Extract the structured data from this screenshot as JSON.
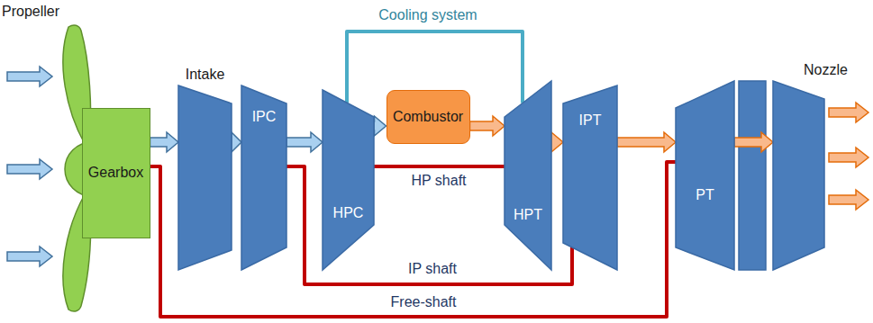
{
  "diagram": {
    "nodes": [
      {
        "text": [
          "Propeller"
        ]
      },
      {
        "text": [
          "Gearbox"
        ]
      },
      {
        "text": [
          "Intake"
        ]
      },
      {
        "text": [
          "IPC"
        ]
      },
      {
        "text": [
          "HPC"
        ]
      },
      {
        "text": [
          "Combustor"
        ]
      },
      {
        "text": [
          "HPT"
        ]
      },
      {
        "text": [
          "IPT"
        ]
      },
      {
        "text": [
          "PT"
        ]
      },
      {
        "text": [
          "Nozzle"
        ]
      }
    ],
    "edges": [
      {
        "from": 1,
        "to": 2,
        "arrow": "to"
      },
      {
        "from": 2,
        "to": 3,
        "arrow": "to"
      },
      {
        "from": 3,
        "to": 4,
        "arrow": "to"
      },
      {
        "from": 4,
        "to": 5,
        "arrow": "to"
      },
      {
        "from": 5,
        "to": 6,
        "arrow": "to"
      },
      {
        "from": 6,
        "to": 7,
        "arrow": "to"
      },
      {
        "from": 7,
        "to": 8,
        "arrow": "to"
      },
      {
        "from": 8,
        "to": 9,
        "arrow": "to"
      },
      {
        "from": 4,
        "to": 6,
        "label": "Cooling system",
        "arrow": "none"
      },
      {
        "from": 4,
        "to": 6,
        "label": "HP shaft",
        "arrow": "none"
      },
      {
        "from": 3,
        "to": 7,
        "label": "IP shaft",
        "arrow": "none"
      },
      {
        "from": 1,
        "to": 8,
        "label": "Free-shaft",
        "arrow": "none"
      }
    ]
  }
}
